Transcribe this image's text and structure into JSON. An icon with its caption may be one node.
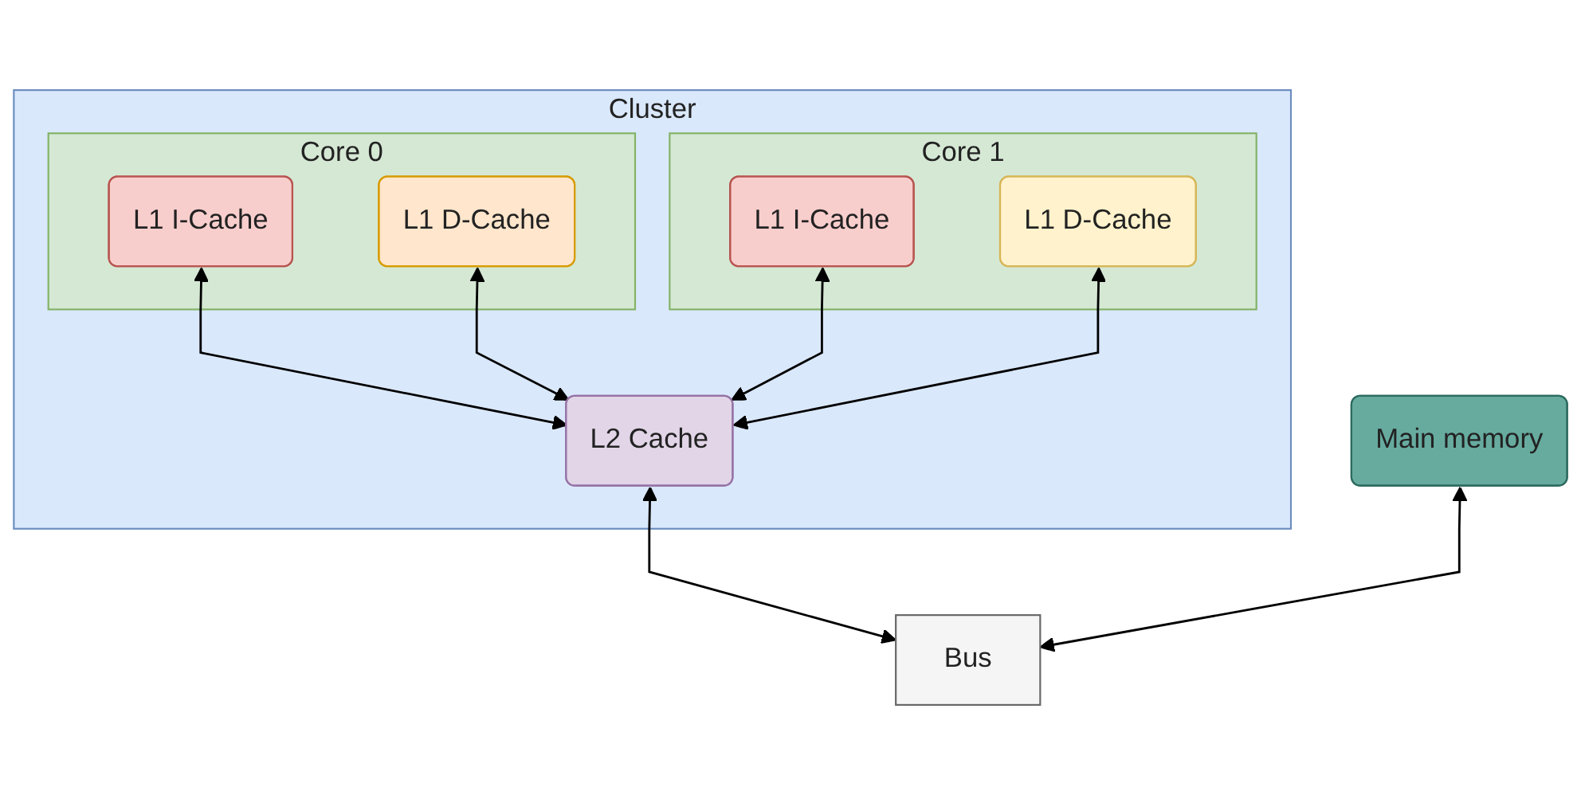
{
  "diagram": {
    "nodes": [
      {
        "text": [
          "Cluster"
        ]
      },
      {
        "text": [
          "Core 0"
        ],
        "in": 0
      },
      {
        "text": [
          "L1 I-Cache"
        ],
        "in": 1
      },
      {
        "text": [
          "L1 D-Cache"
        ],
        "in": 1
      },
      {
        "text": [
          "Core 1"
        ],
        "in": 0
      },
      {
        "text": [
          "L1 I-Cache"
        ],
        "in": 4
      },
      {
        "text": [
          "L1 D-Cache"
        ],
        "in": 4
      },
      {
        "text": [
          "L2 Cache"
        ],
        "in": 0
      },
      {
        "text": [
          "Main memory"
        ]
      },
      {
        "text": [
          "Bus"
        ]
      }
    ],
    "edges": [
      {
        "from": 2,
        "to": 7,
        "arrow": "both"
      },
      {
        "from": 3,
        "to": 7,
        "arrow": "both"
      },
      {
        "from": 5,
        "to": 7,
        "arrow": "both"
      },
      {
        "from": 6,
        "to": 7,
        "arrow": "both"
      },
      {
        "from": 7,
        "to": 9,
        "arrow": "both"
      },
      {
        "from": 8,
        "to": 9,
        "arrow": "both"
      }
    ]
  }
}
